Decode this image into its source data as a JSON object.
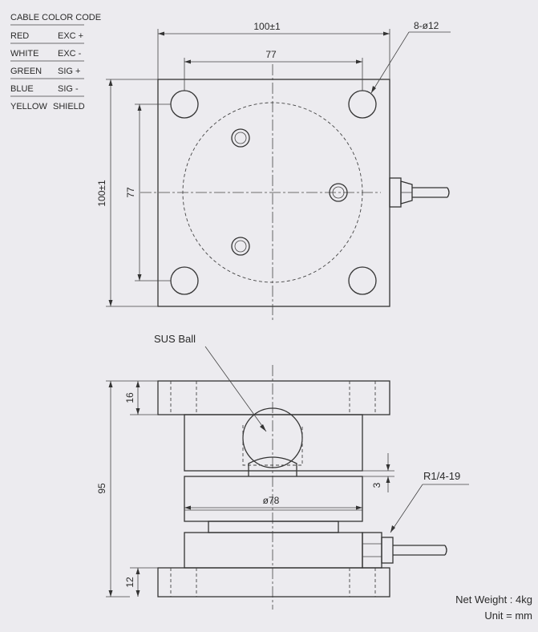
{
  "cable_color_code": {
    "title": "CABLE COLOR CODE",
    "rows": [
      {
        "color": "RED",
        "signal": "EXC +"
      },
      {
        "color": "WHITE",
        "signal": "EXC -"
      },
      {
        "color": "GREEN",
        "signal": "SIG +"
      },
      {
        "color": "BLUE",
        "signal": "SIG -"
      },
      {
        "color": "YELLOW",
        "signal": "SHIELD"
      }
    ]
  },
  "top_view": {
    "width_dim": "100±1",
    "hole_spacing_x": "77",
    "height_dim": "100±1",
    "hole_spacing_y": "77",
    "hole_callout": "8-ø12"
  },
  "side_view": {
    "ball_label": "SUS Ball",
    "top_plate_thickness": "16",
    "total_height": "95",
    "bottom_plate_thickness": "12",
    "gap_dim": "3",
    "body_diameter": "ø78",
    "connector_label": "R1/4-19"
  },
  "notes": {
    "net_weight": "Net Weight : 4kg",
    "unit": "Unit = mm"
  }
}
